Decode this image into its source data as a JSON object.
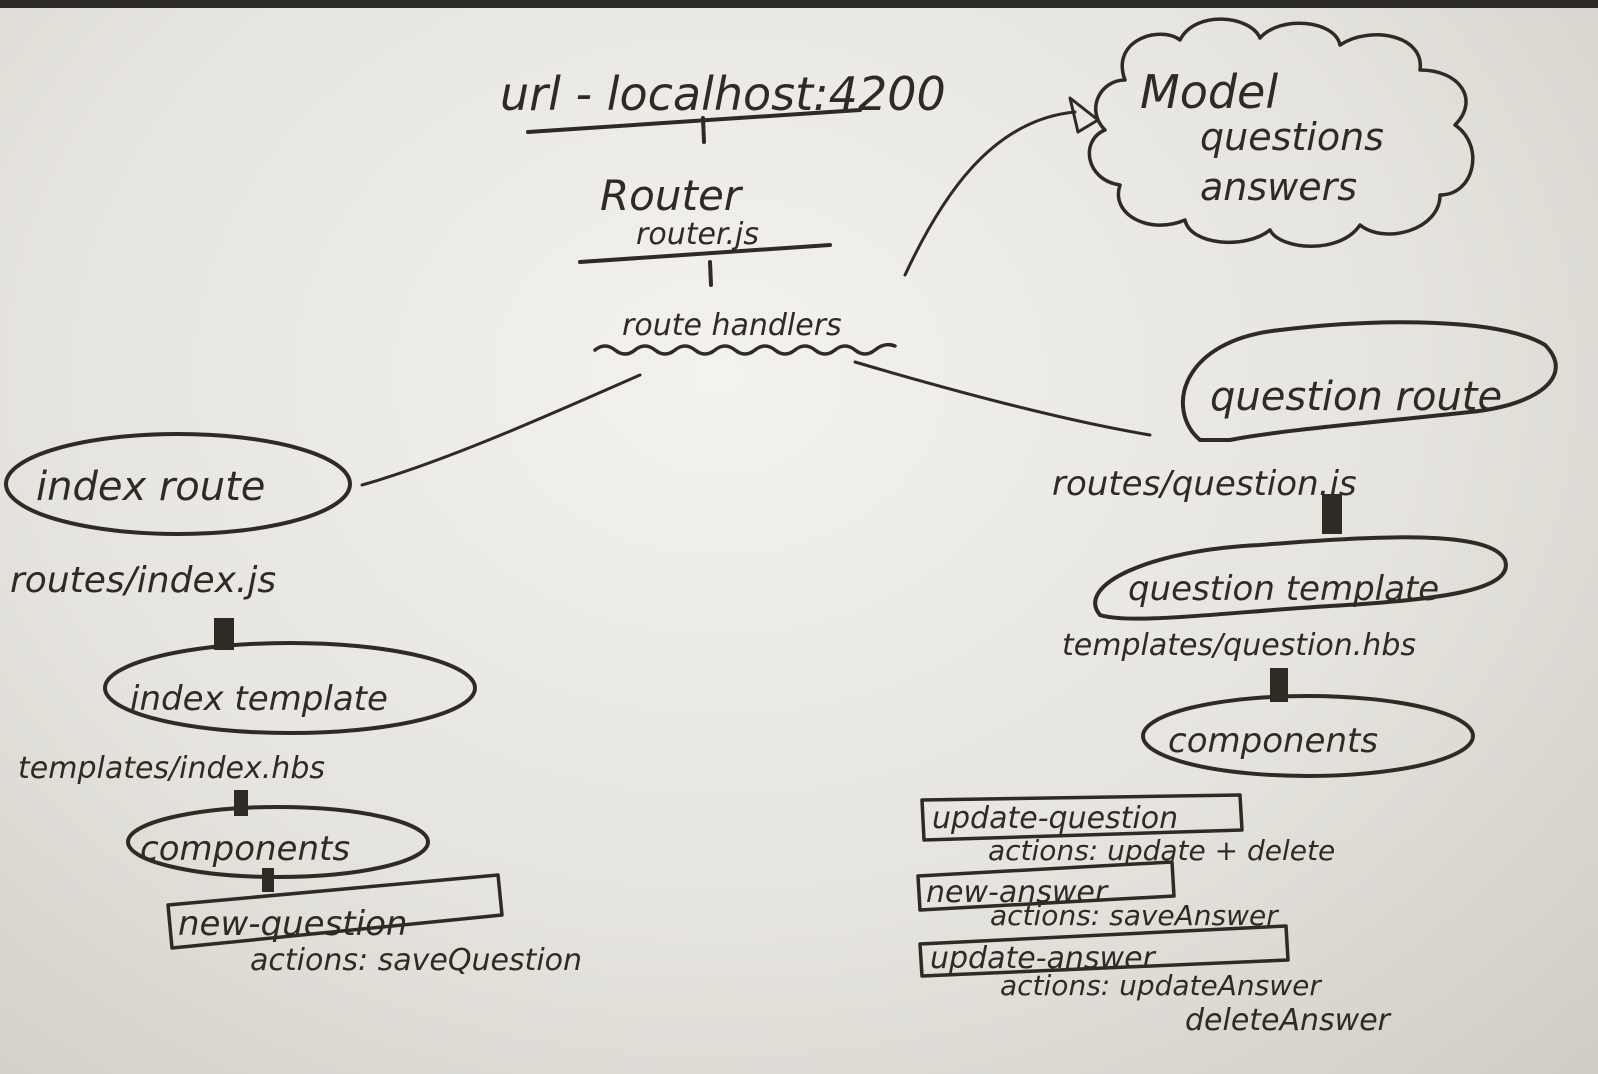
{
  "diagram": {
    "top": {
      "url": "url - localhost:4200",
      "router": "Router",
      "router_file": "router.js",
      "route_handlers": "route handlers"
    },
    "model": {
      "title": "Model",
      "items": [
        "questions",
        "answers"
      ]
    },
    "index_branch": {
      "route": "index route",
      "route_file": "routes/index.js",
      "template": "index template",
      "template_file": "templates/index.hbs",
      "components": "components",
      "component_name": "new-question",
      "component_actions": "actions: saveQuestion"
    },
    "question_branch": {
      "route": "question route",
      "route_file": "routes/question.js",
      "template": "question template",
      "template_file": "templates/question.hbs",
      "components": "components",
      "component_list": [
        {
          "name": "update-question",
          "actions": "actions: update + delete",
          "actions_extra": ""
        },
        {
          "name": "new-answer",
          "actions": "actions: saveAnswer",
          "actions_extra": ""
        },
        {
          "name": "update-answer",
          "actions": "actions: updateAnswer",
          "actions_extra": "deleteAnswer"
        }
      ]
    }
  },
  "colors": {
    "ink": "#2f2a24",
    "board": "#efeee9"
  }
}
